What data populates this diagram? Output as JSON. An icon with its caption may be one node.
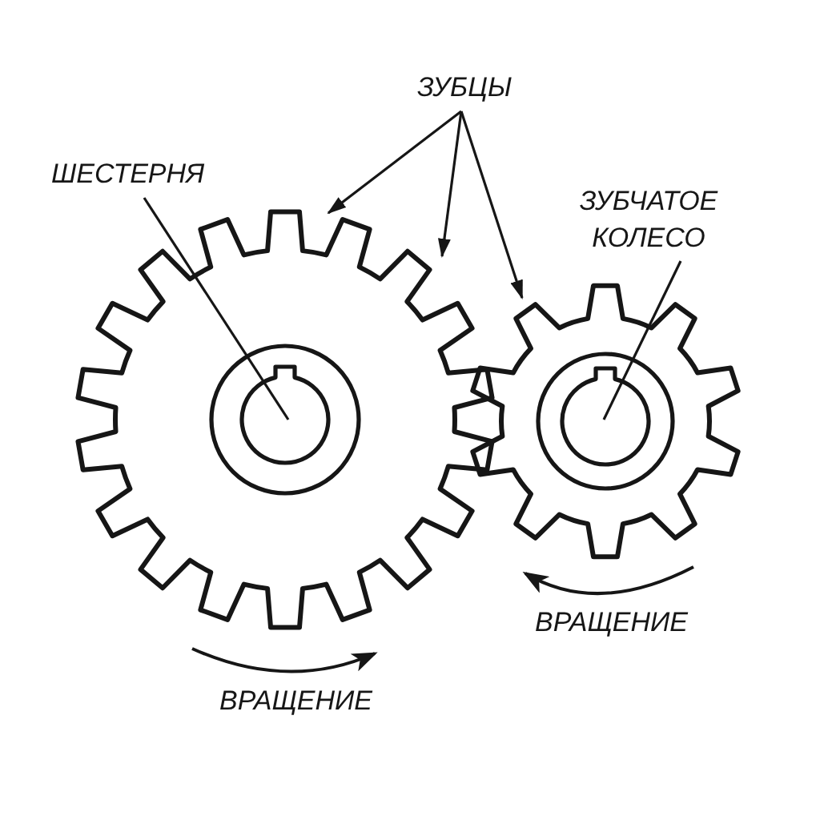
{
  "diagram": {
    "nodes": [
      {
        "text": [
          "ЗУБЦЫ"
        ]
      },
      {
        "text": [
          "ШЕСТЕРНЯ"
        ]
      },
      {
        "text": [
          "ЗУБЧАТОЕ КОЛЕСО"
        ]
      },
      {
        "text": [],
        "shape": "gear"
      },
      {
        "text": [],
        "shape": "gear"
      }
    ],
    "edges": [
      {
        "from": 0,
        "to": 3,
        "arrow": "to"
      },
      {
        "from": 0,
        "to": 3,
        "arrow": "to"
      },
      {
        "from": 0,
        "to": 4,
        "arrow": "to"
      },
      {
        "from": 1,
        "to": 3,
        "arrow": "none"
      },
      {
        "from": 2,
        "to": 4,
        "arrow": "none"
      }
    ],
    "labels": [
      "ВРАЩЕНИЕ",
      "ВРАЩЕНИЕ"
    ]
  }
}
